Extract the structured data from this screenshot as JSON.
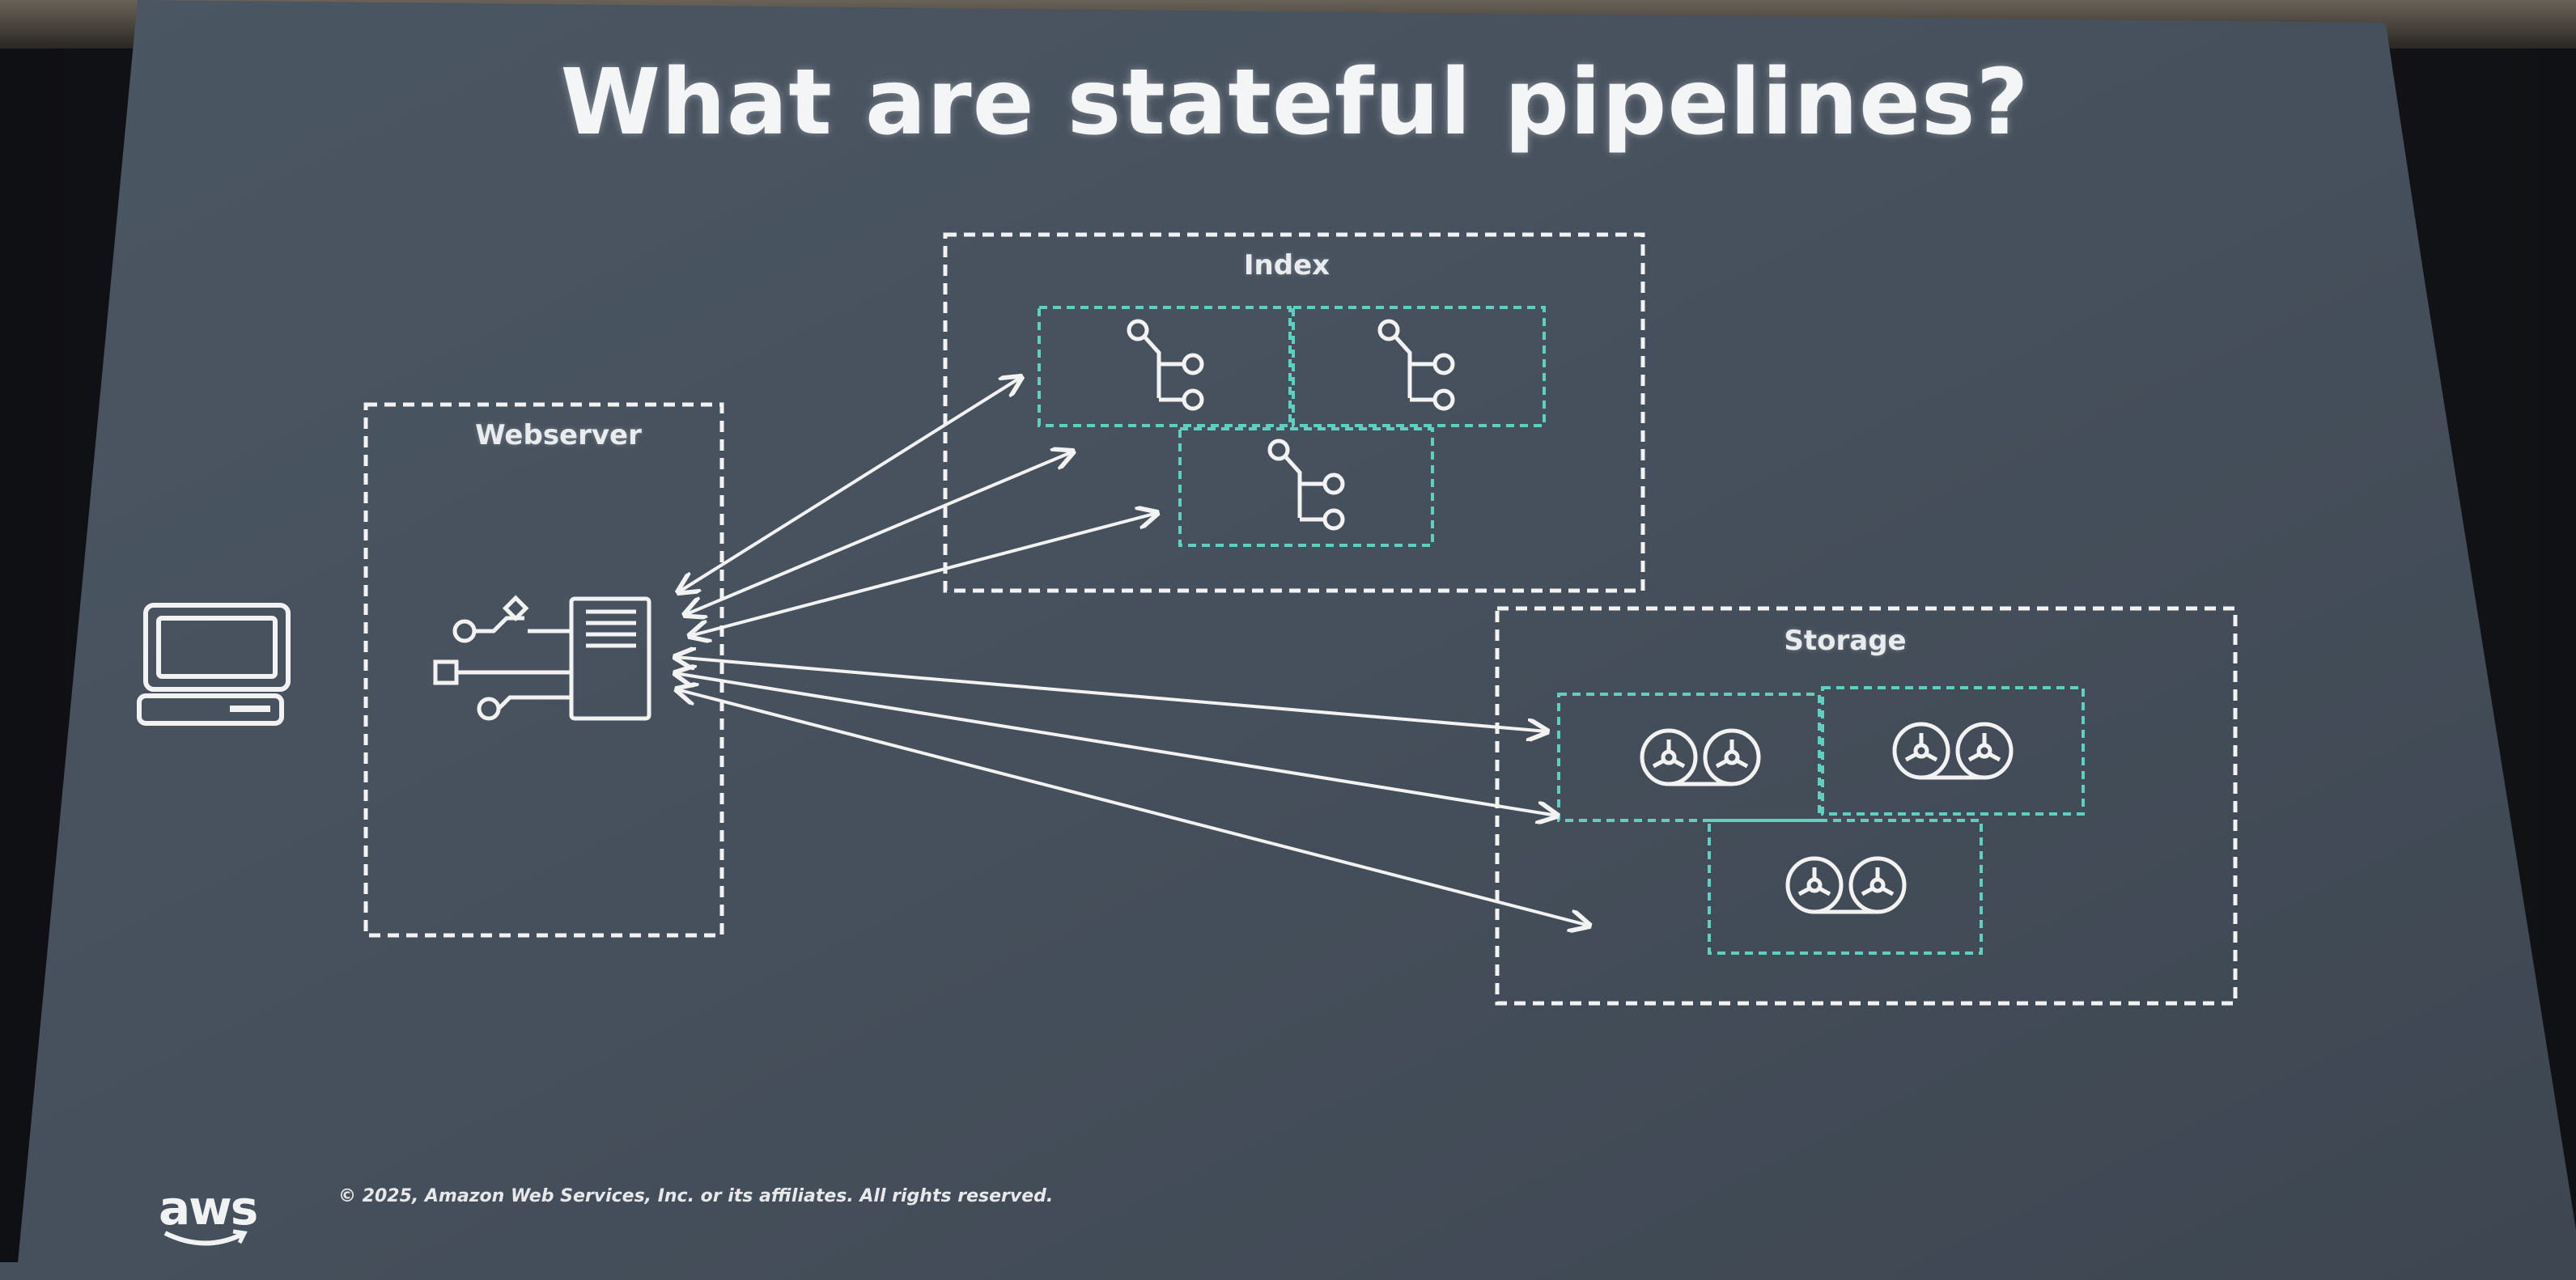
{
  "slide": {
    "title": "What are stateful pipelines?",
    "footer": "© 2025, Amazon Web Services, Inc. or its affiliates. All rights reserved.",
    "logo_text": "aws"
  },
  "diagram": {
    "groups": {
      "webserver": "Webserver",
      "index": "Index",
      "storage": "Storage"
    },
    "icons": {
      "client": "laptop-icon",
      "server": "server-icon",
      "index_nodes": [
        "git-branch-icon",
        "git-branch-icon",
        "git-branch-icon"
      ],
      "storage_nodes": [
        "tape-reel-icon",
        "tape-reel-icon",
        "tape-reel-icon"
      ]
    },
    "colors": {
      "slide_background": "#47525f",
      "outline": "#f2f2f2",
      "node_outline": "#5fd0c0",
      "text": "#f4f5f6"
    }
  }
}
